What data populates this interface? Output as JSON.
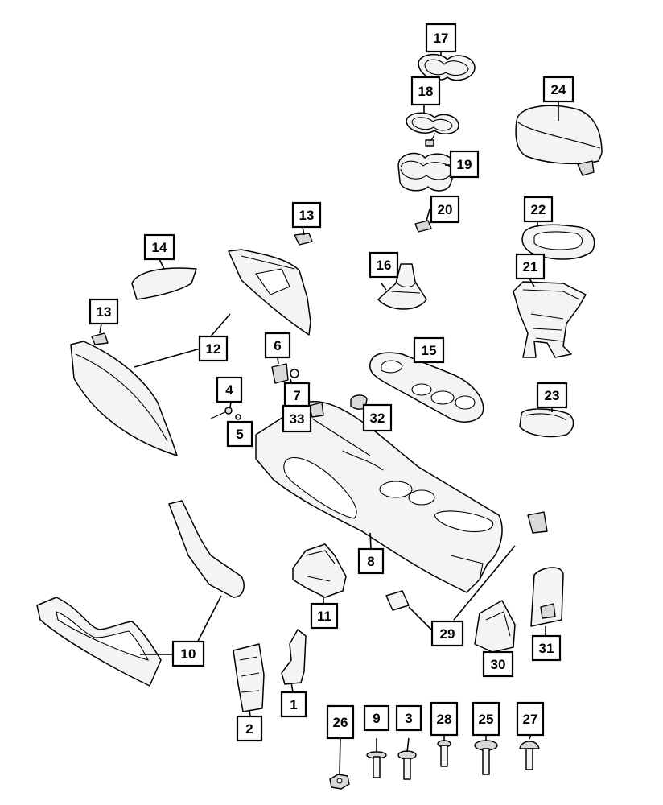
{
  "labels": [
    "1",
    "2",
    "3",
    "4",
    "5",
    "6",
    "7",
    "8",
    "9",
    "10",
    "11",
    "12",
    "13",
    "13",
    "14",
    "15",
    "16",
    "17",
    "18",
    "19",
    "20",
    "21",
    "22",
    "23",
    "24",
    "25",
    "26",
    "27",
    "28",
    "29",
    "30",
    "31",
    "32",
    "33"
  ],
  "colors": {
    "ink": "#000000",
    "paper": "#ffffff",
    "fill": "#f4f4f4",
    "shade": "#d9d9d9"
  }
}
